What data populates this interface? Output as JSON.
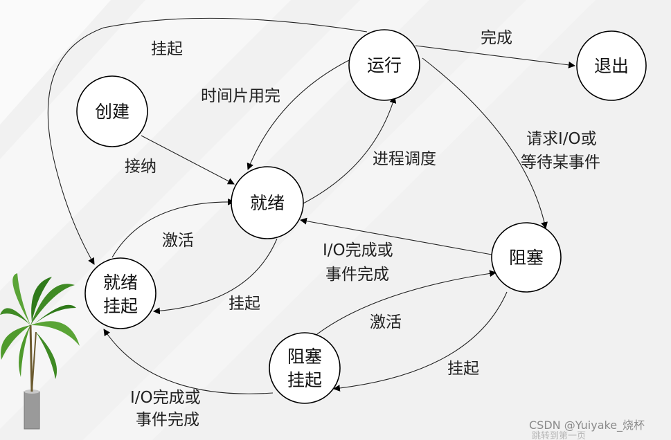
{
  "nodes": {
    "create": "创建",
    "ready": "就绪",
    "running": "运行",
    "exit": "退出",
    "blocked": "阻塞",
    "ready_suspended": [
      "就绪",
      "挂起"
    ],
    "blocked_suspended": [
      "阻塞",
      "挂起"
    ]
  },
  "edges": {
    "admit": "接纳",
    "dispatch": "进程调度",
    "timeout": "时间片用完",
    "complete": "完成",
    "wait": [
      "请求I/O或",
      "等待某事件"
    ],
    "event_occurs": [
      "I/O完成或",
      "事件完成"
    ],
    "suspend_running": "挂起",
    "suspend_ready": "挂起",
    "activate_ready": "激活",
    "activate_blocked": "激活",
    "suspend_blocked": "挂起",
    "event_occurs_suspended": [
      "I/O完成或",
      "事件完成"
    ]
  },
  "watermark": {
    "credit": "CSDN @Yuiyake_烧杯",
    "footer": "跳转到第一页"
  },
  "colors": {
    "background": "#f2f2f2",
    "node_fill": "#ffffff",
    "stroke": "#000000",
    "plant_leaf": "#3f8a24",
    "pot": "#9a9a9a"
  },
  "icons": {
    "decoration": "potted-palm-plant-icon"
  }
}
